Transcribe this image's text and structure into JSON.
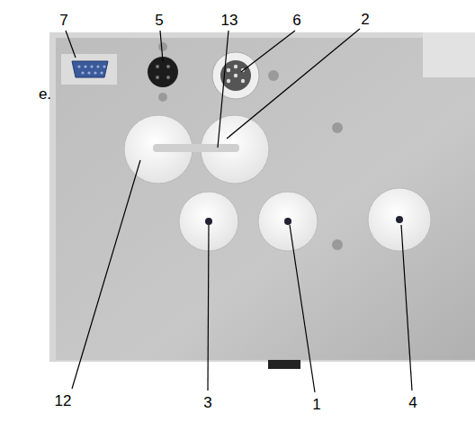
{
  "diagram": {
    "labels": [
      "7",
      "5",
      "13",
      "6",
      "2",
      "e.",
      "12",
      "3",
      "1",
      "4"
    ]
  }
}
